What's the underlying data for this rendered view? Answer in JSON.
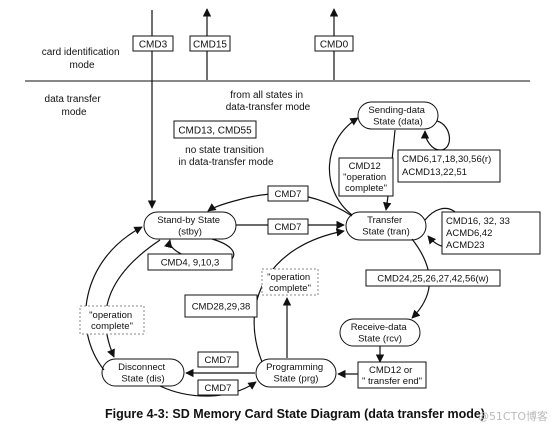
{
  "modes": {
    "card_identification": [
      "card identification",
      "mode"
    ],
    "data_transfer": [
      "data transfer",
      "mode"
    ]
  },
  "top_commands": {
    "cmd3": "CMD3",
    "cmd15": "CMD15",
    "cmd0": "CMD0"
  },
  "from_all_states": [
    "from all states in",
    "data-transfer mode"
  ],
  "cmd13_55": "CMD13, CMD55",
  "no_transition": [
    "no state transition",
    "in data-transfer mode"
  ],
  "states": {
    "sending": [
      "Sending-data",
      "State (data)"
    ],
    "standby": [
      "Stand-by State",
      "(stby)"
    ],
    "transfer": [
      "Transfer",
      "State (tran)"
    ],
    "receive": [
      "Receive-data",
      "State (rcv)"
    ],
    "disconnect": [
      "Disconnect",
      "State (dis)"
    ],
    "programming": [
      "Programming",
      "State (prg)"
    ]
  },
  "transitions": {
    "cmd12_op_complete": [
      "CMD12",
      "\"operation",
      "complete\""
    ],
    "cmd6_group": [
      "CMD6,17,18,30,56(r)",
      "ACMD13,22,51"
    ],
    "cmd7_upper": "CMD7",
    "cmd7_right": "CMD7",
    "cmd16_group": [
      "CMD16, 32, 33",
      "ACMD6,42",
      "ACMD23"
    ],
    "cmd4_group": "CMD4, 9,10,3",
    "op_complete_center": [
      "\"operation",
      "complete\""
    ],
    "cmd24_group": "CMD24,25,26,27,42,56(w)",
    "cmd28_group": "CMD28,29,38",
    "op_complete_left": [
      "\"operation",
      "complete\""
    ],
    "cmd7_dis_top": "CMD7",
    "cmd7_dis_bottom": "CMD7",
    "cmd12_transfer_end": [
      "CMD12 or",
      "\" transfer end\""
    ]
  },
  "caption": "Figure 4-3: SD Memory Card State Diagram (data transfer mode)",
  "watermark": "@51CTO博客"
}
